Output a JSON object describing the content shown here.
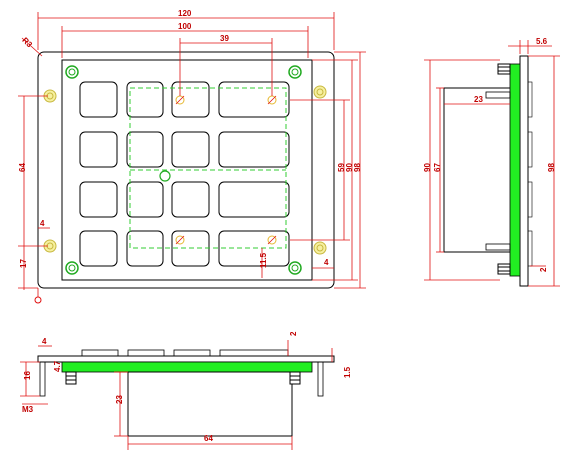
{
  "front_view": {
    "dim_width_outer": "120",
    "dim_width_inner": "100",
    "dim_hole_spacing_top": "39",
    "dim_radius": "R3",
    "dim_left_height": "64",
    "dim_left_offset": "17",
    "dim_left_small": "4",
    "dim_right_59": "59",
    "dim_right_90": "90",
    "dim_right_98": "98",
    "dim_bottom_115": "11.5",
    "dim_bottom_4": "4"
  },
  "side_view": {
    "dim_thickness": "5.6",
    "dim_depth": "23",
    "dim_height_90": "90",
    "dim_height_67": "67",
    "dim_height_98": "98",
    "dim_small_2": "2"
  },
  "bottom_view": {
    "dim_2": "2",
    "dim_4": "4",
    "dim_16": "16",
    "dim_4_7": "4.7",
    "dim_1_5": "1.5",
    "dim_23": "23",
    "dim_64": "64",
    "dim_m3": "M3"
  },
  "colors": {
    "dimension": "#e01010",
    "pcb": "#22ee22",
    "outline": "#000000",
    "screw": "#e8e070"
  }
}
